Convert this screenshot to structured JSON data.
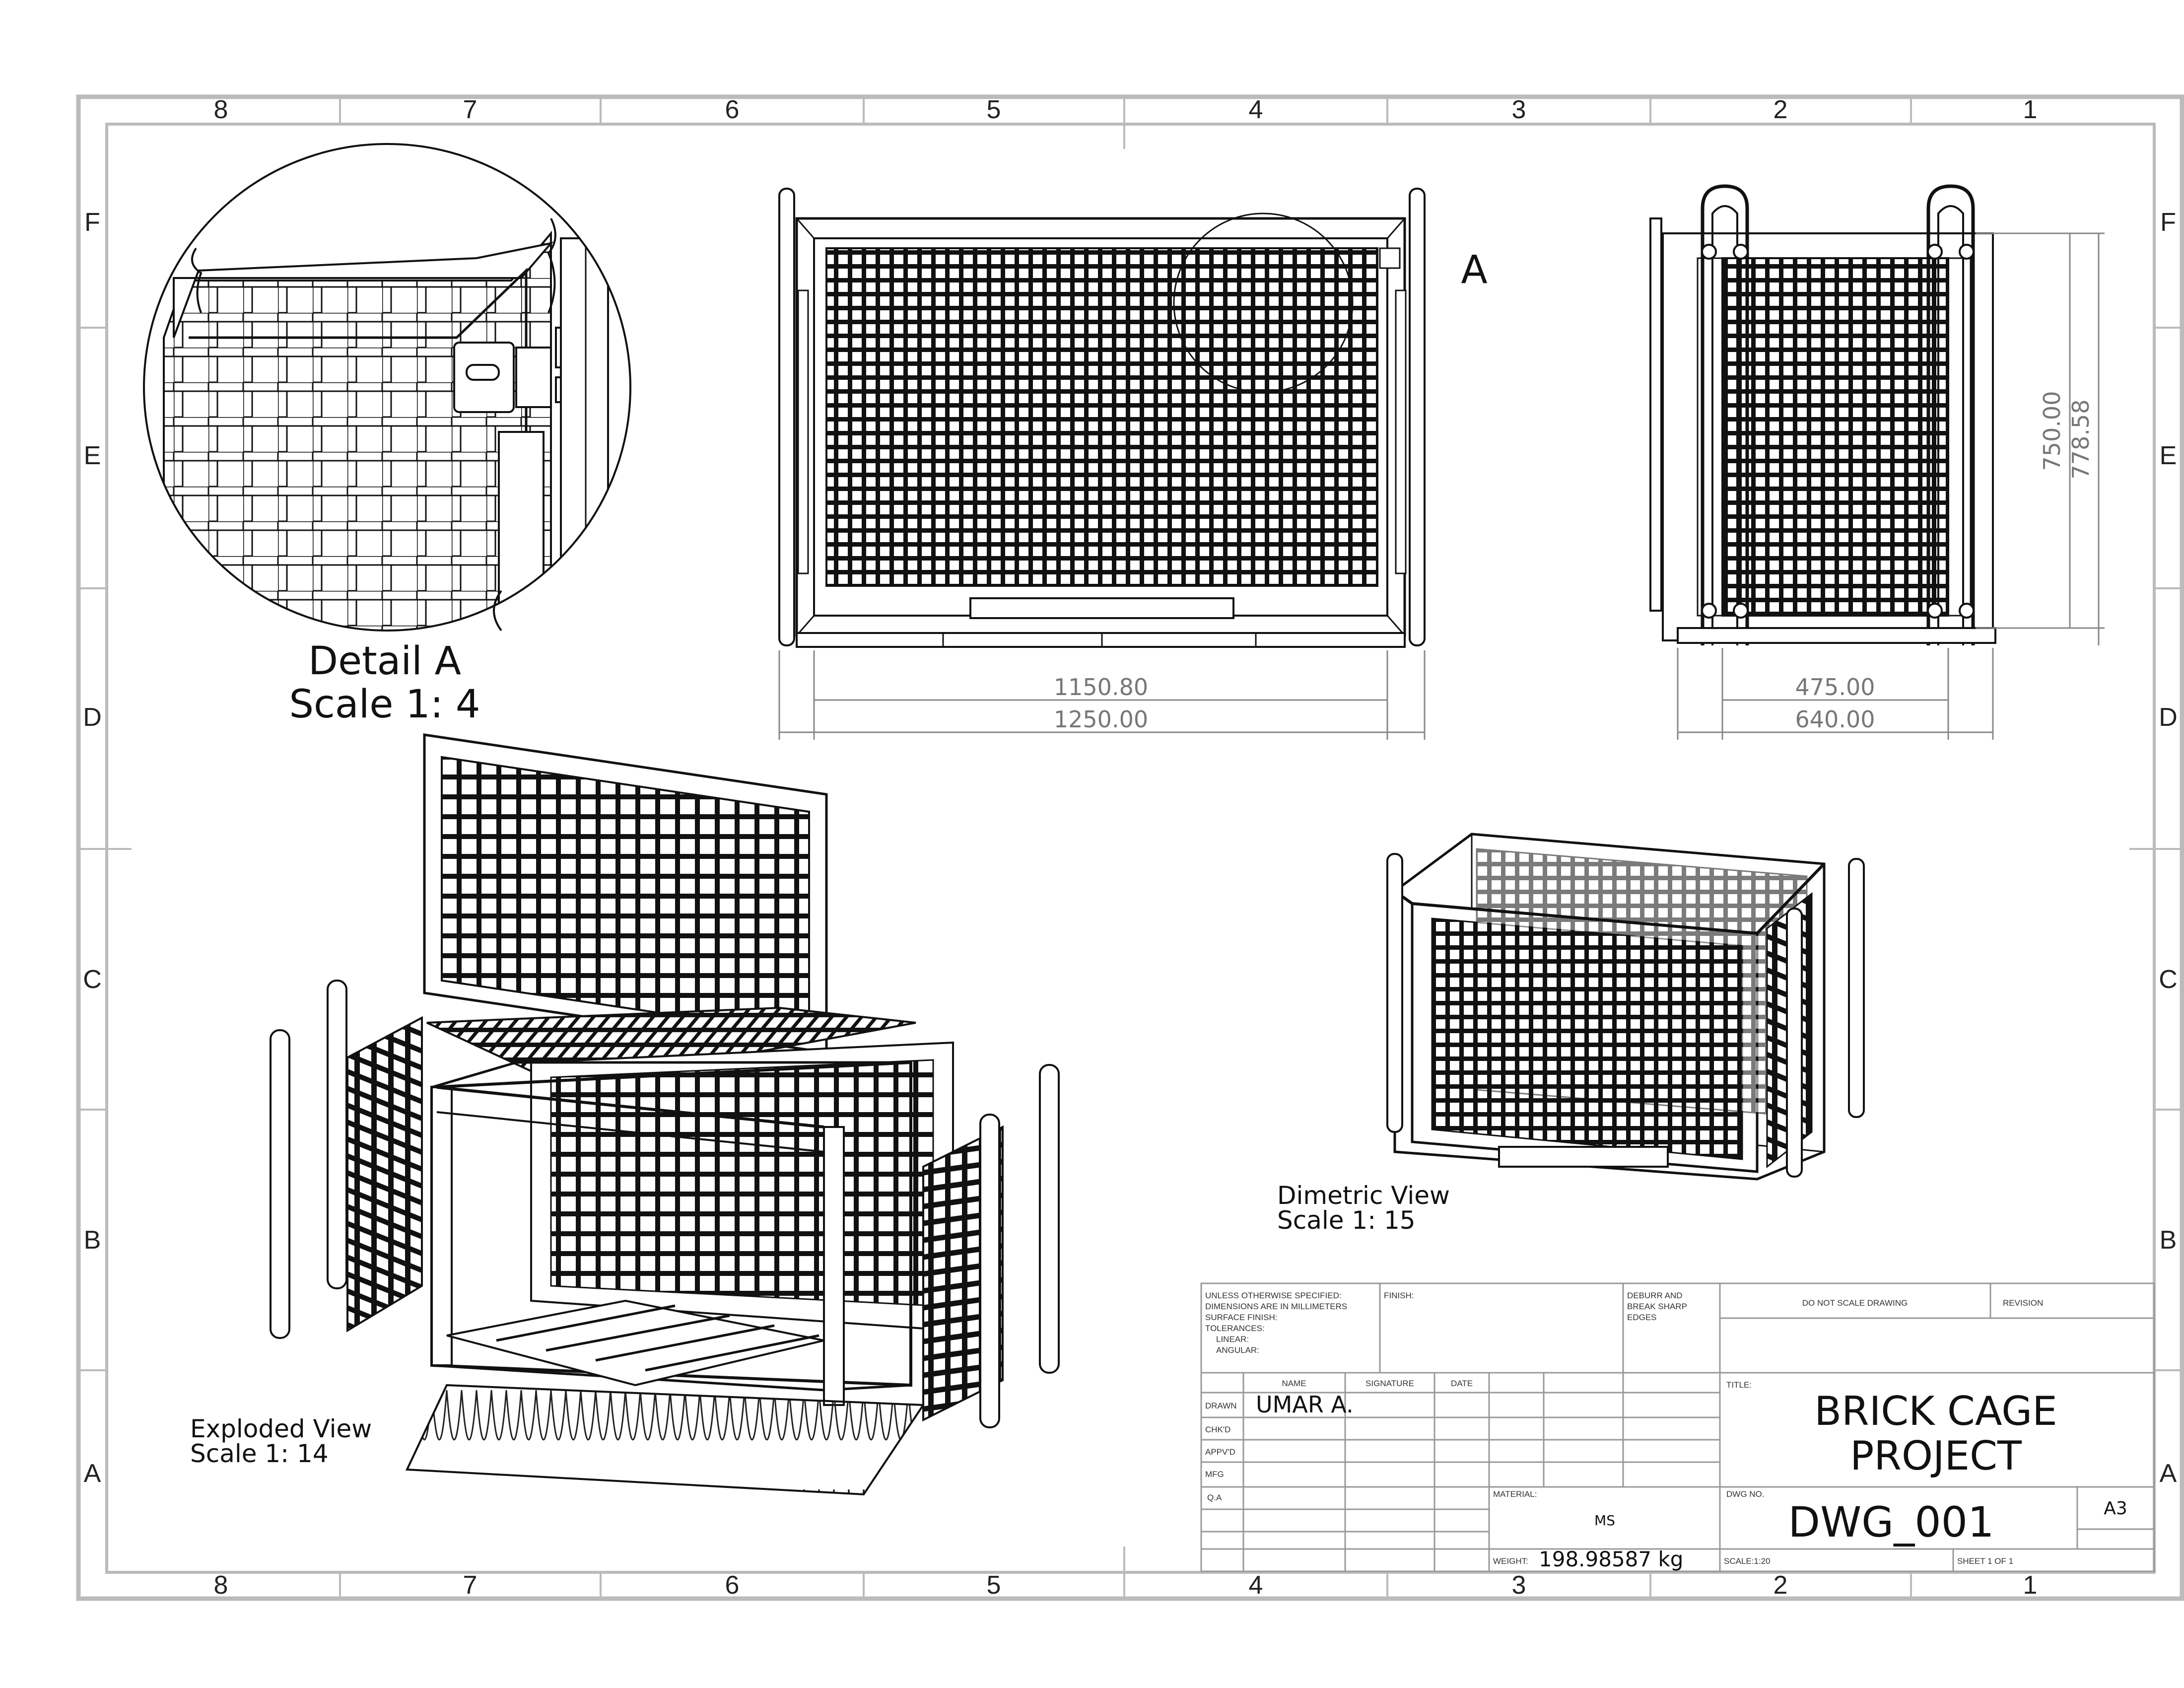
{
  "zones": {
    "columns": [
      "8",
      "7",
      "6",
      "5",
      "4",
      "3",
      "2",
      "1"
    ],
    "rows": [
      "F",
      "E",
      "D",
      "C",
      "B",
      "A"
    ]
  },
  "views": {
    "detail": {
      "title": "Detail A",
      "scale": "Scale 1: 4"
    },
    "callout": "A",
    "exploded": {
      "title": "Exploded View",
      "scale": "Scale 1: 14"
    },
    "dimetric": {
      "title": "Dimetric View",
      "scale": "Scale 1: 15"
    }
  },
  "dimensions": {
    "front_inner": "1150.80",
    "front_overall": "1250.00",
    "side_inner": "475.00",
    "side_overall": "640.00",
    "side_height_inner": "750.00",
    "side_height_overall": "778.58"
  },
  "title_block": {
    "notes": [
      "UNLESS OTHERWISE SPECIFIED:",
      "DIMENSIONS ARE IN MILLIMETERS",
      "SURFACE FINISH:",
      "TOLERANCES:",
      "LINEAR:",
      "ANGULAR:"
    ],
    "finish_label": "FINISH:",
    "deburr": [
      "DEBURR AND",
      "BREAK SHARP",
      "EDGES"
    ],
    "do_not_scale": "DO NOT SCALE DRAWING",
    "revision_label": "REVISION",
    "col_name": "NAME",
    "col_signature": "SIGNATURE",
    "col_date": "DATE",
    "row_labels": [
      "DRAWN",
      "CHK'D",
      "APPV'D",
      "MFG",
      "Q.A"
    ],
    "drawn_by": "UMAR A.",
    "title_label": "TITLE:",
    "title_line1": "BRICK CAGE",
    "title_line2": "PROJECT",
    "material_label": "MATERIAL:",
    "material": "MS",
    "dwg_no_label": "DWG NO.",
    "dwg_no": "DWG_001",
    "sheet_size": "A3",
    "weight_label": "WEIGHT:",
    "weight": "198.98587 kg",
    "scale": "SCALE:1:20",
    "sheet": "SHEET 1 OF 1"
  }
}
